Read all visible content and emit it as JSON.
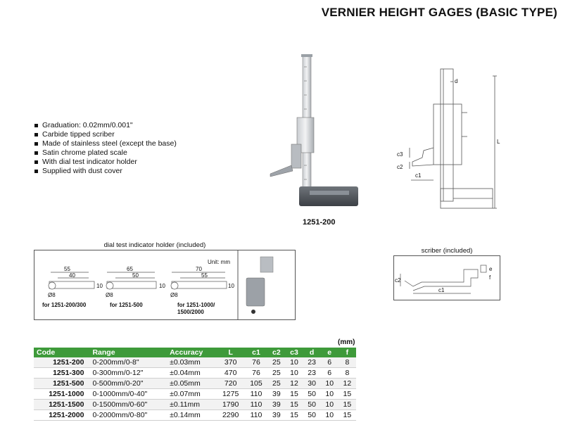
{
  "title": "VERNIER HEIGHT GAGES (BASIC TYPE)",
  "features": [
    "Graduation: 0.02mm/0.001\"",
    "Carbide tipped scriber",
    "Made of stainless steel (except the base)",
    "Satin chrome plated scale",
    "With dial test indicator holder",
    "Supplied with dust cover"
  ],
  "model_label": "1251-200",
  "dial_holder": {
    "caption": "dial test indicator holder (included)",
    "unit": "Unit: mm",
    "diagrams": [
      {
        "dims": [
          "55",
          "40",
          "10",
          "Ø8"
        ],
        "for_prefix": "for ",
        "for_models": "1251-200/300"
      },
      {
        "dims": [
          "65",
          "50",
          "10",
          "Ø8"
        ],
        "for_prefix": "for ",
        "for_models": "1251-500"
      },
      {
        "dims": [
          "70",
          "55",
          "10",
          "Ø8"
        ],
        "for_prefix": "for ",
        "for_models": "1251-1000/ 1500/2000"
      }
    ]
  },
  "scriber": {
    "caption": "scriber (included)",
    "dims": [
      "c2",
      "c1",
      "e",
      "f"
    ]
  },
  "dimension_letters": {
    "d": "d",
    "c3": "c3",
    "c2": "c2",
    "c1": "c1",
    "L": "L"
  },
  "table": {
    "unit": "(mm)",
    "headers": [
      "Code",
      "Range",
      "Accuracy",
      "L",
      "c1",
      "c2",
      "c3",
      "d",
      "e",
      "f"
    ],
    "rows": [
      [
        "1251-200",
        "0-200mm/0-8\"",
        "±0.03mm",
        "370",
        "76",
        "25",
        "10",
        "23",
        "6",
        "8"
      ],
      [
        "1251-300",
        "0-300mm/0-12\"",
        "±0.04mm",
        "470",
        "76",
        "25",
        "10",
        "23",
        "6",
        "8"
      ],
      [
        "1251-500",
        "0-500mm/0-20\"",
        "±0.05mm",
        "720",
        "105",
        "25",
        "12",
        "30",
        "10",
        "12"
      ],
      [
        "1251-1000",
        "0-1000mm/0-40\"",
        "±0.07mm",
        "1275",
        "110",
        "39",
        "15",
        "50",
        "10",
        "15"
      ],
      [
        "1251-1500",
        "0-1500mm/0-60\"",
        "±0.11mm",
        "1790",
        "110",
        "39",
        "15",
        "50",
        "10",
        "15"
      ],
      [
        "1251-2000",
        "0-2000mm/0-80\"",
        "±0.14mm",
        "2290",
        "110",
        "39",
        "15",
        "50",
        "10",
        "15"
      ]
    ],
    "header_color": "#3e9a3a"
  }
}
